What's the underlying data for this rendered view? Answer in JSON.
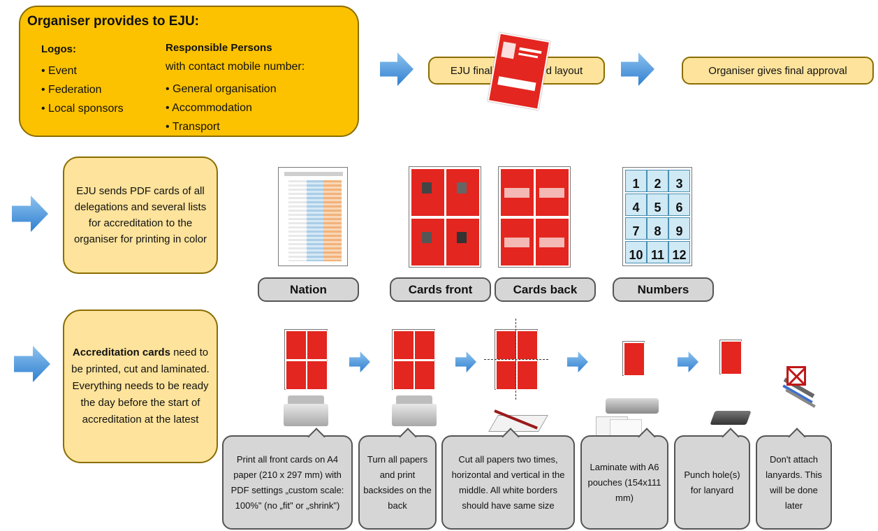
{
  "top": {
    "title": "Organiser provides to EJU:",
    "logos_heading": "Logos:",
    "logos": [
      "Event",
      "Federation",
      "Local sponsors"
    ],
    "persons_heading": "Responsible Persons",
    "persons_sub": "with contact mobile number:",
    "persons": [
      "General organisation",
      "Accommodation",
      "Transport"
    ],
    "finalise": "EJU finalises the card layout",
    "approval": "Organiser gives final approval"
  },
  "middle": {
    "description": "EJU sends PDF cards of all delegations and several lists for accreditation to the organiser for printing in color",
    "labels": [
      "Nation",
      "Cards front",
      "Cards back",
      "Numbers"
    ],
    "numbers": [
      "1",
      "2",
      "3",
      "4",
      "5",
      "6",
      "7",
      "8",
      "9",
      "10",
      "11",
      "12"
    ]
  },
  "bottom": {
    "bold": "Accreditation cards",
    "rest": "need to be printed, cut and laminated. Everything needs to be ready the day before the start of accreditation at the latest",
    "steps": [
      "Print all front cards on A4 paper (210 x 297 mm) with PDF settings „custom scale: 100%\" (no „fit\" or „shrink\")",
      "Turn all papers and print backsides on the back",
      "Cut all papers two times, horizontal and vertical in the middle. All white borders should have same size",
      "Laminate with A6 pouches (154x111 mm)",
      "Punch hole(s) for lanyard",
      "Don't attach lanyards. This will be done later"
    ]
  },
  "colors": {
    "box_yellow": "#fcc200",
    "box_light": "#fde39b",
    "arrow_blue": "#4a90d9",
    "card_red": "#e3261f",
    "label_gray": "#d6d6d6"
  }
}
